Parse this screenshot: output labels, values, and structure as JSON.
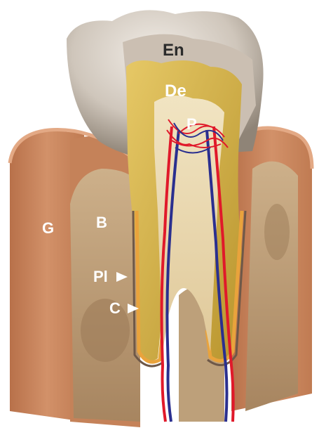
{
  "labels": {
    "enamel": "En",
    "dentin": "De",
    "pulp": "P",
    "gingiva": "G",
    "bone": "B",
    "periodontal_ligament": "Pl",
    "cementum": "C"
  },
  "colors": {
    "gum_outer": "#c98458",
    "gum_face": "#c7835a",
    "bone": "#b89a74",
    "bone_dark": "#9c7c58",
    "enamel": "#d9d2c9",
    "dentin": "#d8b64a",
    "pulp": "#e9d9b6",
    "artery": "#e0192a",
    "vein": "#2a2f8f"
  }
}
